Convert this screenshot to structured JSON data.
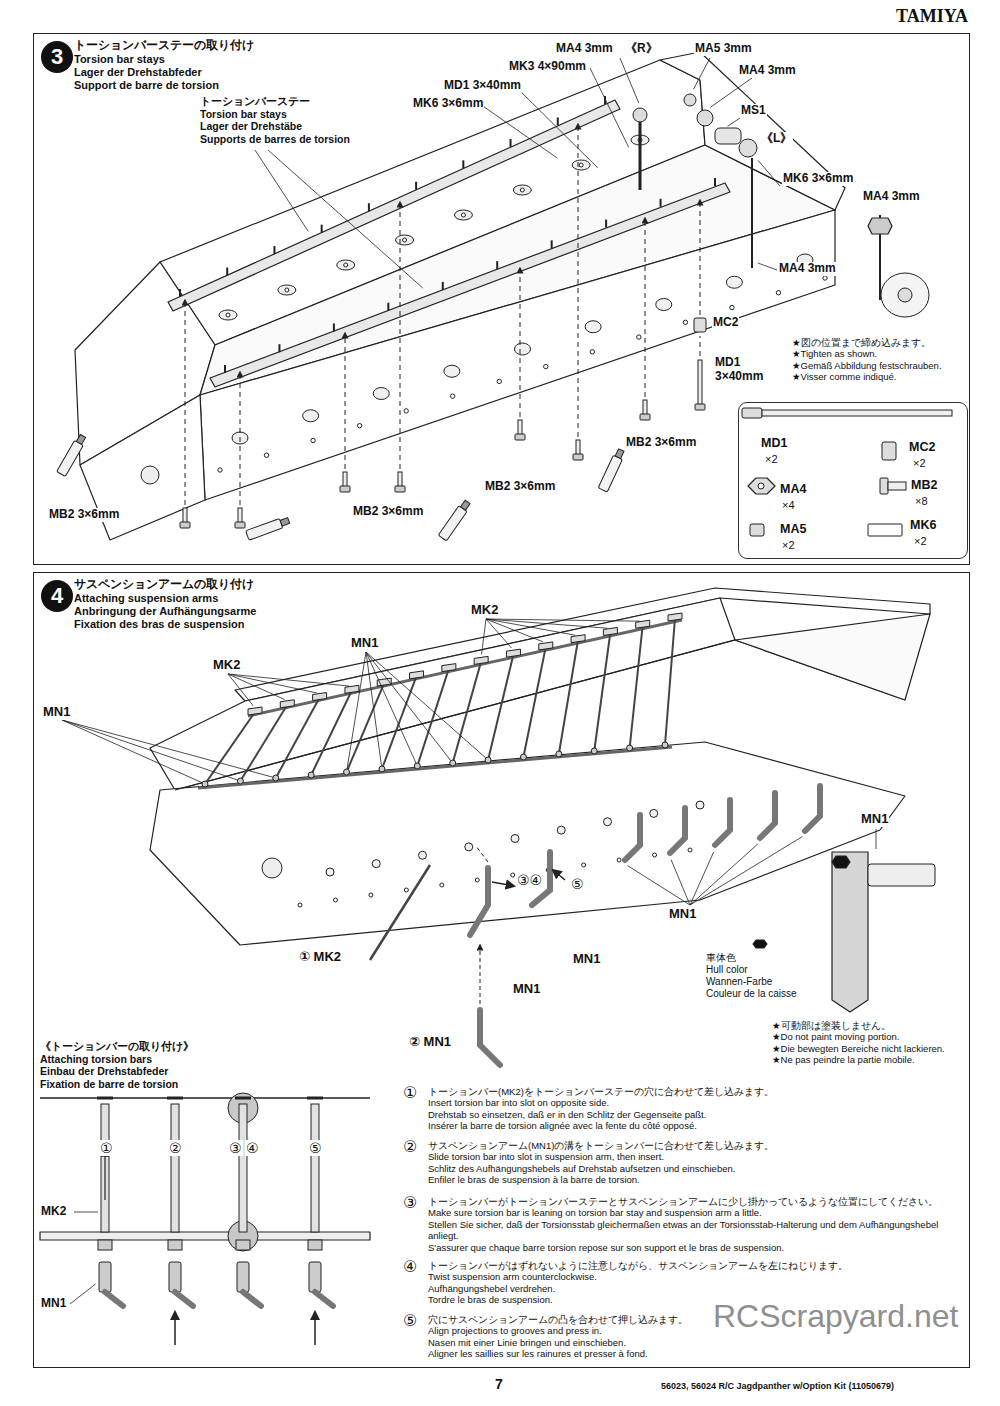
{
  "diagram": {
    "nodes": [
      {
        "text": [
          "トーションバーステーの取り付け",
          "Torsion bar stays",
          "Lager der Drehstabfeder",
          "Support de barre de torsion"
        ]
      },
      {
        "text": [
          "3"
        ],
        "in": 0
      },
      {
        "text": [
          "MD1",
          "×2",
          "MC2",
          "×2",
          "MA4",
          "×4",
          "MB2",
          "×8",
          "MA5",
          "×2",
          "MK6",
          "×2"
        ],
        "in": 0
      },
      {
        "text": [
          "サスペンションアームの取り付け",
          "Attaching suspension arms",
          "Anbringung der Aufhängungsarme",
          "Fixation des bras de suspension"
        ]
      },
      {
        "text": [
          "4"
        ],
        "in": 3
      }
    ],
    "labels": [
      "トーションバーステー",
      "Torsion bar stays",
      "Lager der Drehstäbe",
      "Supports de barres de torsion",
      "MK3 4×90mm",
      "MA4 3mm",
      "《R》",
      "MA5 3mm",
      "MD1 3×40mm",
      "MA4 3mm",
      "MK6 3×6mm",
      "MS1",
      "《L》",
      "MK6 3×6mm",
      "MA4 3mm",
      "MA4 3mm",
      "MC2",
      "MD1 3×40mm",
      "★図の位置まで締め込みます。",
      "★Tighten as shown.",
      "★Gemäß Abbildung festschrauben.",
      "★Visser comme indiqué.",
      "MB2 3×6mm",
      "MB2 3×6mm",
      "MB2 3×6mm",
      "MB2 3×6mm",
      "MK2",
      "MN1",
      "MK2",
      "MN1",
      "MN1",
      "MN1",
      "③④",
      "⑤",
      "① MK2",
      "MN1",
      "MN1",
      "② MN1",
      "車体色",
      "Hull color",
      "Wannen-Farbe",
      "Couleur de la caisse",
      "★可動部は塗装しません。",
      "★Do not paint moving portion.",
      "★Die bewegten Bereiche nicht lackieren.",
      "★Ne pas peindre la partie mobile.",
      "《トーションバーの取り付け》",
      "Attaching torsion bars",
      "Einbau der Drehstabfeder",
      "Fixation de barre de torsion",
      "①",
      "②",
      "③",
      "④",
      "⑤",
      "MK2",
      "MN1",
      "①",
      "トーションバー(MK2)をトーションバーステーの穴に合わせて差し込みます。",
      "Insert torsion bar into slot on opposite side.",
      "Drehstab so einsetzen, daß er in den Schlitz der Gegenseite paßt.",
      "Insérer la barre de torsion alignée avec la fente du côté opposé.",
      "②",
      "サスペンションアーム(MN1)の溝をトーションバーに合わせて差し込みます。",
      "Slide torsion bar into slot in suspension arm, then insert.",
      "Schlitz des Aufhängungshebels auf Drehstab aufsetzen und einschieben.",
      "Enfiler le bras de suspension à la barre de torsion.",
      "③",
      "トーションバーがトーションバーステーとサスペンションアームに少し掛かっているような位置にしてください。",
      "Make sure torsion bar is leaning on torsion bar stay and suspension arm a little.",
      "Stellen Sie sicher, daß der Torsionsstab gleichermaßen etwas an der Torsionsstab-Halterung und dem Aufhängungshebel anliegt.",
      "S'assurer que chaque barre torsion repose sur son support et le bras de suspension.",
      "④",
      "トーションバーがはずれないように注意しながら、サスペンションアームを左にねじります。",
      "Twist suspension arm counterclockwise.",
      "Aufhängungshebel verdrehen.",
      "Tordre le bras de suspension.",
      "⑤",
      "穴にサスペンションアームの凸を合わせて押し込みます。",
      "Align projections to grooves and press in.",
      "Nasen mit einer Linie bringen und einschieben.",
      "Aligner les saillies sur les rainures et presser à fond.",
      "TAMIYA",
      "7",
      "56023, 56024 R/C Jagdpanther w/Option Kit (11050679)",
      "RCScrapyard.net"
    ]
  }
}
